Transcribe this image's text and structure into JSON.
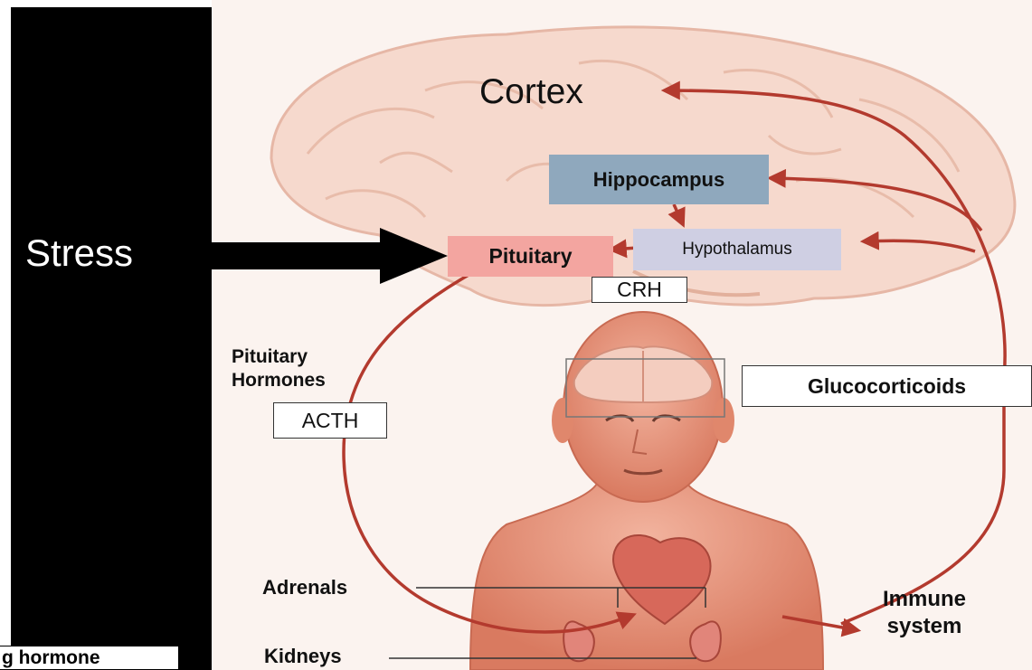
{
  "diagram": {
    "stress_label": "Stress",
    "cortex_label": "Cortex",
    "hippocampus_label": "Hippocampus",
    "hypothalamus_label": "Hypothalamus",
    "pituitary_label": "Pituitary",
    "crh_label": "CRH",
    "pituitary_hormones_line1": "Pituitary",
    "pituitary_hormones_line2": "Hormones",
    "acth_label": "ACTH",
    "glucocorticoids_label": "Glucocorticoids",
    "adrenals_label": "Adrenals",
    "kidneys_label": "Kidneys",
    "immune_line1": "Immune",
    "immune_line2": "system",
    "caption_fragment": "g hormone"
  },
  "colors": {
    "background": "#ffffff",
    "side_panel": "#000000",
    "arrow": "#b33a2e",
    "brain": "#f6d9cd",
    "skin": "#e99a80",
    "hippocampus_box": "#8fa8bd",
    "hypothalamus_box": "#cfcfe3",
    "pituitary_box": "#f3a5a0"
  },
  "icons": [
    "brain-illustration",
    "human-body-illustration",
    "heart-illustration",
    "kidney-illustration"
  ]
}
